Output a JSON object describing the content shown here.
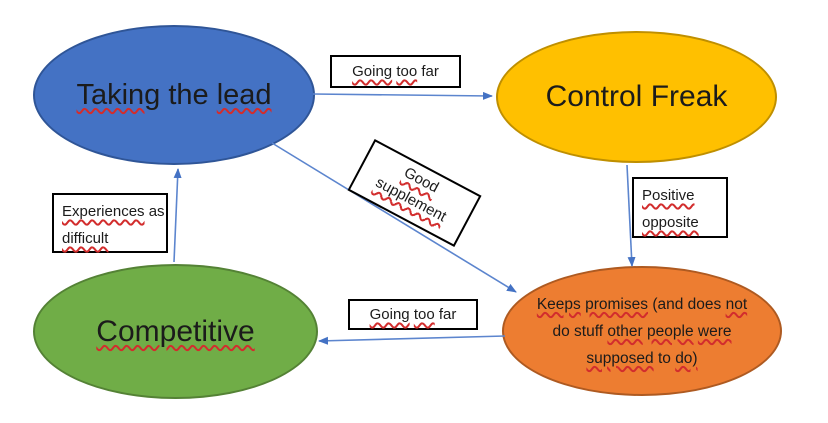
{
  "colors": {
    "connector": "#5C85CE",
    "arrowhead": "#4472C4",
    "squiggle": "#d22d2d",
    "node_taking_fill": "#4472C4",
    "node_taking_border": "#2F5597",
    "node_control_fill": "#FFC000",
    "node_control_border": "#BF8F00",
    "node_competitive_fill": "#70AD47",
    "node_competitive_border": "#548235",
    "node_keeps_fill": "#ED7D31",
    "node_keeps_border": "#AE5A21",
    "label_box_border": "#000000",
    "label_box_bg": "#ffffff"
  },
  "diagram": {
    "nodes": {
      "taking": {
        "label": {
          "text": "Taking the lead",
          "flagged": [
            0,
            2
          ]
        }
      },
      "control": {
        "label": {
          "text": "Control Freak",
          "flagged": []
        }
      },
      "competitive": {
        "label": {
          "text": "Competitive",
          "flagged": [
            0
          ]
        }
      },
      "keeps": {
        "label": {
          "text": "Keeps promises (and does not do stuff other people were supposed to do)",
          "flagged": [
            0,
            1,
            4,
            7,
            8,
            9,
            10,
            12
          ]
        }
      }
    },
    "edge_labels": {
      "going_top": {
        "text": "Going too far",
        "flagged": [
          0,
          1
        ]
      },
      "good_supplement": {
        "text": "Good supplement",
        "flagged": [
          0,
          1
        ]
      },
      "positive_opposite": {
        "text": "Positive opposite",
        "flagged": [
          0,
          1
        ]
      },
      "experiences": {
        "text": "Experiences as difficult",
        "flagged": [
          0,
          2
        ]
      },
      "going_bottom": {
        "text": "Going too far",
        "flagged": [
          0,
          1
        ]
      }
    },
    "connectors": [
      {
        "from": "taking",
        "to": "control",
        "label": "Going too far"
      },
      {
        "from": "control",
        "to": "keeps",
        "label": "Positive opposite"
      },
      {
        "from": "keeps",
        "to": "competitive",
        "label": "Going too far"
      },
      {
        "from": "competitive",
        "to": "taking",
        "label": "Experiences as difficult"
      },
      {
        "from": "taking",
        "to": "keeps",
        "label": "Good supplement"
      }
    ]
  }
}
